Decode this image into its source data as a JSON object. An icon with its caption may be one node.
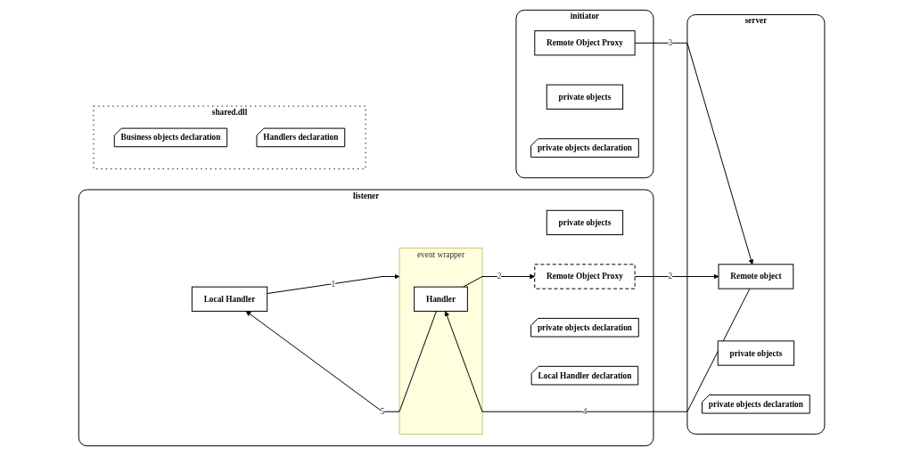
{
  "diagram": {
    "nodes": [
      {
        "text": [
          "listener"
        ]
      },
      {
        "text": [
          "private objects"
        ],
        "in": 0
      },
      {
        "text": [
          "Local Handler"
        ],
        "in": 0
      },
      {
        "text": [
          "event wrapper"
        ],
        "in": 0
      },
      {
        "text": [
          "Handler"
        ],
        "in": 3
      },
      {
        "text": [
          "Remote Object Proxy"
        ],
        "in": 0
      },
      {
        "text": [
          "private objects declaration"
        ],
        "in": 0
      },
      {
        "text": [
          "Local Handler declaration"
        ],
        "in": 0
      },
      {
        "text": [
          "shared.dll"
        ]
      },
      {
        "text": [
          "Business objects declaration"
        ],
        "in": 8
      },
      {
        "text": [
          "Handlers declaration"
        ],
        "in": 8
      },
      {
        "text": [
          "server"
        ]
      },
      {
        "text": [
          "Remote object"
        ],
        "in": 11
      },
      {
        "text": [
          "private objects"
        ],
        "in": 11
      },
      {
        "text": [
          "private objects declaration"
        ],
        "in": 11
      },
      {
        "text": [
          "initiator"
        ]
      },
      {
        "text": [
          "Remote Object Proxy"
        ],
        "in": 15
      },
      {
        "text": [
          "private objects"
        ],
        "in": 15
      },
      {
        "text": [
          "private objects declaration"
        ],
        "in": 15
      }
    ],
    "edges": [
      {
        "from": 4,
        "to": 2,
        "arrow": "to",
        "label": "5"
      },
      {
        "from": 2,
        "to": 3,
        "arrow": "to",
        "label": "1"
      },
      {
        "from": 4,
        "to": 5,
        "arrow": "to",
        "label": "2"
      },
      {
        "from": 12,
        "to": 4,
        "arrow": "to",
        "label": "4"
      },
      {
        "from": 5,
        "to": 12,
        "arrow": "to",
        "label": "2"
      },
      {
        "from": 16,
        "to": 12,
        "arrow": "to",
        "label": "3"
      }
    ]
  }
}
